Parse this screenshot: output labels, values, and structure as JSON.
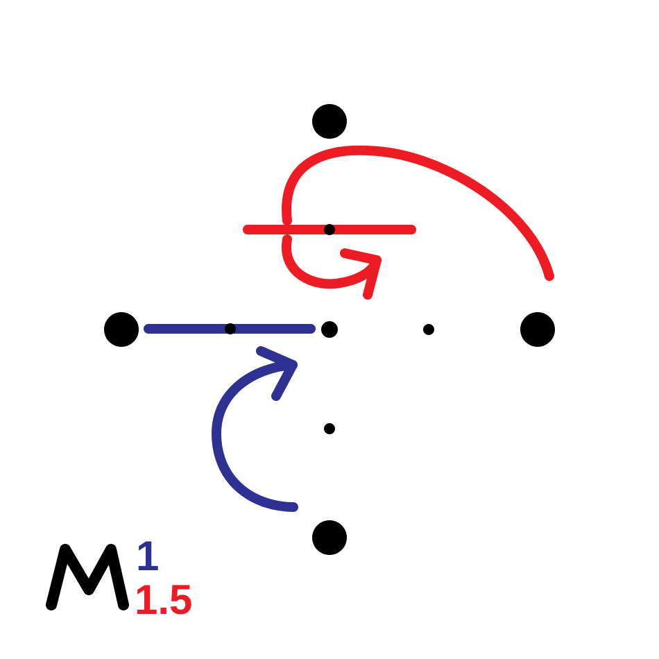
{
  "colors": {
    "background": "#ffffff",
    "vertex": "#000000",
    "blue": "#2e3192",
    "red": "#ed1c24",
    "letter": "#000000"
  },
  "vertices": [
    {
      "name": "top-vertex"
    },
    {
      "name": "left-vertex"
    },
    {
      "name": "right-vertex"
    },
    {
      "name": "bottom-vertex"
    }
  ],
  "midpoints": [
    {
      "name": "center-point"
    },
    {
      "name": "left-midpoint"
    },
    {
      "name": "upper-midpoint"
    },
    {
      "name": "right-midpoint"
    },
    {
      "name": "lower-midpoint"
    }
  ],
  "operators": {
    "blue": {
      "name": "blue-operator",
      "description_color": "blue"
    },
    "red": {
      "name": "red-operator",
      "description_color": "red"
    }
  },
  "label": {
    "letter": "M",
    "blue_value": "1",
    "red_value": "1.5"
  }
}
